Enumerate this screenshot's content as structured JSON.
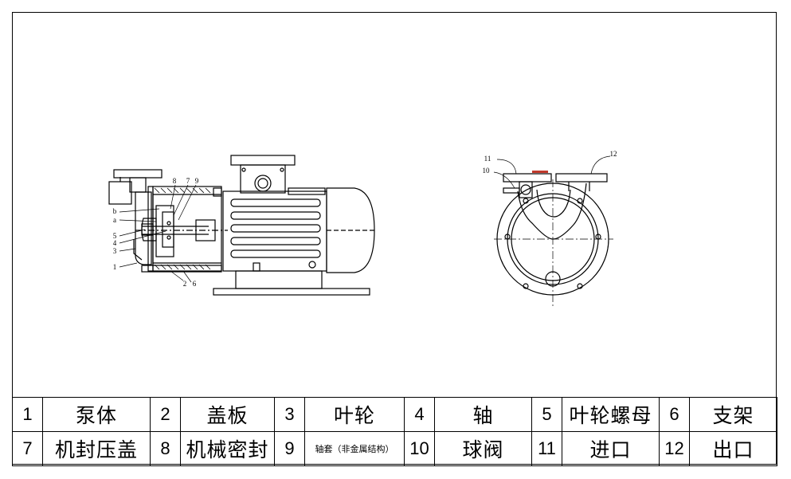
{
  "callouts_left": [
    "b",
    "a",
    "5",
    "4",
    "3",
    "1",
    "8",
    "7",
    "9",
    "2",
    "6"
  ],
  "callouts_right": [
    "11",
    "10",
    "12"
  ],
  "parts": [
    {
      "num": "1",
      "name": "泵体"
    },
    {
      "num": "2",
      "name": "盖板"
    },
    {
      "num": "3",
      "name": "叶轮"
    },
    {
      "num": "4",
      "name": "轴"
    },
    {
      "num": "5",
      "name": "叶轮螺母"
    },
    {
      "num": "6",
      "name": "支架"
    },
    {
      "num": "7",
      "name": "机封压盖"
    },
    {
      "num": "8",
      "name": "机械密封"
    },
    {
      "num": "9",
      "name": "轴套（非金属结构）"
    },
    {
      "num": "10",
      "name": "球阀"
    },
    {
      "num": "11",
      "name": "进口"
    },
    {
      "num": "12",
      "name": "出口"
    }
  ]
}
